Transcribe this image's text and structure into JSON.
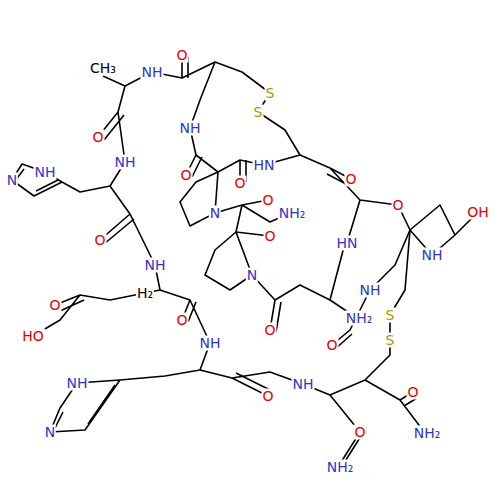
{
  "diagram": {
    "labels": [
      "O",
      "NH",
      "CH₃",
      "O",
      "NH",
      "N",
      "NH",
      "S",
      "S",
      "NH",
      "O",
      "HN",
      "O",
      "N",
      "O",
      "NH₂",
      "O",
      "O",
      "NH",
      "OH",
      "O",
      "NH",
      "O",
      "HN",
      "N",
      "H₂",
      "NH",
      "O",
      "HO",
      "O",
      "O",
      "NH₂",
      "S",
      "S",
      "O",
      "NH",
      "NH",
      "N",
      "O",
      "NH",
      "O",
      "O",
      "NH₂",
      "NH₂"
    ]
  }
}
